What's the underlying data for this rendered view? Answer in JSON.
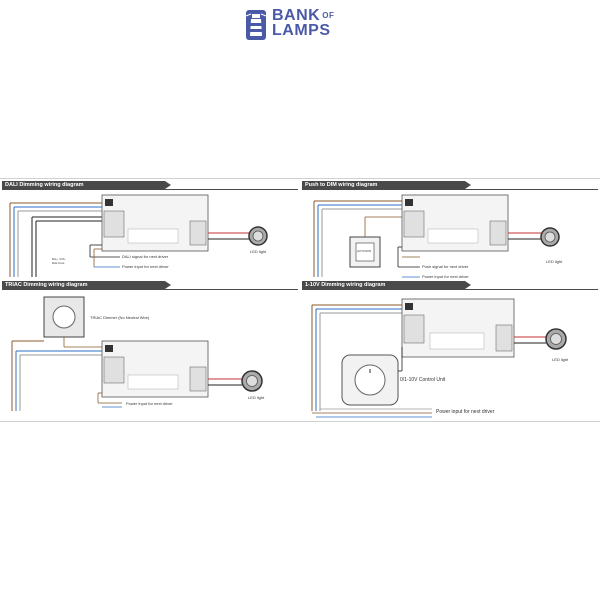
{
  "brand": {
    "line1": "BANK",
    "of": "OF",
    "line2": "LAMPS",
    "color": "#4a5aa6"
  },
  "panels": [
    {
      "title": "DALI Dimming wiring diagram",
      "labels": {
        "signal": "DALI signal for next driver",
        "power": "Power input for next driver",
        "led": "LED light",
        "dali_plus": "DA+ / DA-",
        "dali_bus": "DALI bus"
      }
    },
    {
      "title": "Push to DIM wiring diagram",
      "labels": {
        "signal": "Push signal for next driver",
        "power": "Power input for next driver",
        "led": "LED light",
        "switch": "ACTIVION"
      }
    },
    {
      "title": "TRIAC Dimming wiring diagram",
      "labels": {
        "dimmer": "TRIAC Dimmer (No Neutral Wire)",
        "power": "Power input for next driver",
        "led": "LED light"
      }
    },
    {
      "title": "1-10V Dimming wiring diagram",
      "labels": {
        "control": "0/1-10V Control Unit",
        "power": "Power input for next driver",
        "led": "LED light"
      }
    }
  ],
  "colors": {
    "wire_blue": "#2e6fc4",
    "wire_brown": "#8a5a2b",
    "wire_gray": "#9a9a9a",
    "wire_red": "#c43030",
    "wire_black": "#222222"
  }
}
